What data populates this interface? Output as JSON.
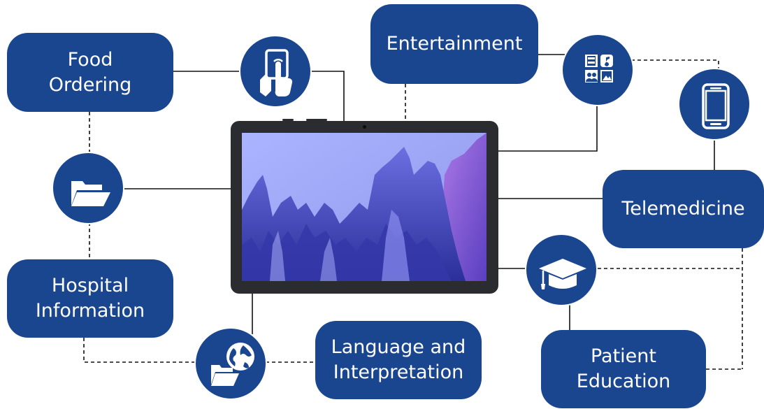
{
  "colors": {
    "primary": "#1a4690",
    "line": "#111111",
    "tablet_frame": "#2a2c30"
  },
  "nodes": {
    "food_ordering": "Food\nOrdering",
    "entertainment": "Entertainment",
    "telemedicine": "Telemedicine",
    "hospital_information": "Hospital\nInformation",
    "language_interpretation": "Language and\nInterpretation",
    "patient_education": "Patient\nEducation"
  },
  "icons": {
    "touch": "touch-hand-icon",
    "media": "media-grid-icon",
    "phone": "smartphone-icon",
    "folder": "folder-icon",
    "globe_folder": "globe-folder-icon",
    "graduation": "graduation-cap-icon"
  },
  "device": "tablet"
}
